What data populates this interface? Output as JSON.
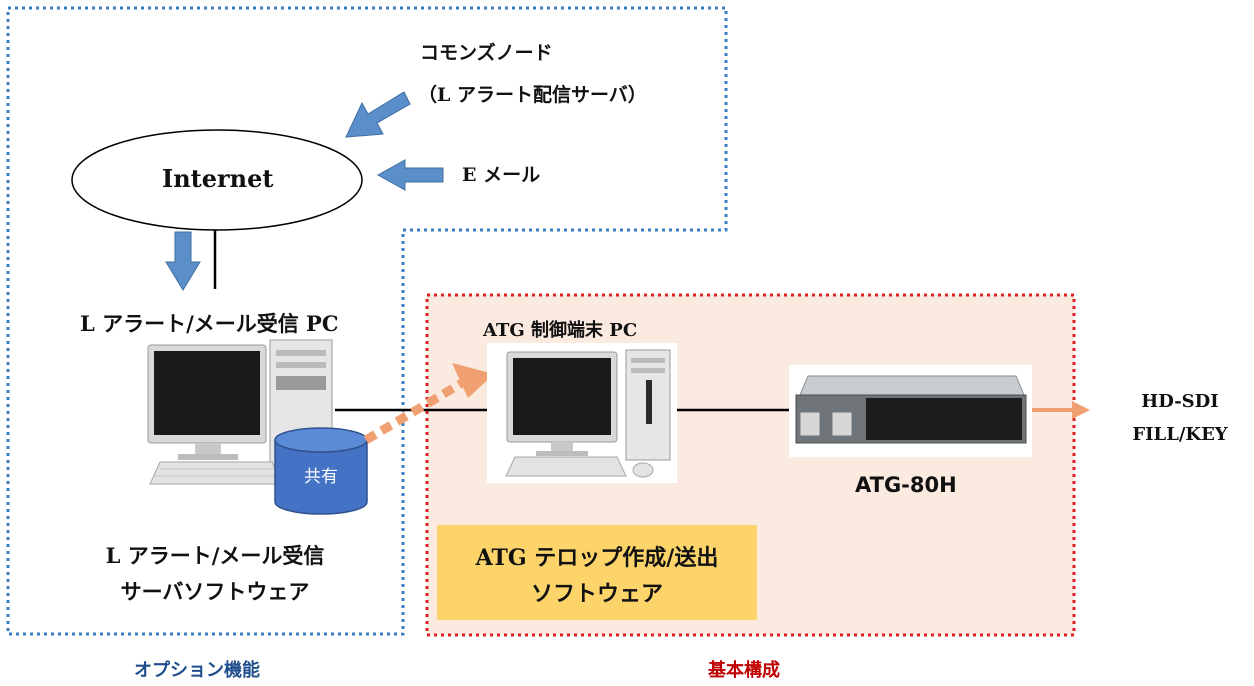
{
  "internet": {
    "label": "Internet"
  },
  "sources": {
    "commons_node_line1": "コモンズノード",
    "commons_node_line2": "（L アラート配信サーバ）",
    "email": "E メール"
  },
  "receiver_pc": {
    "label": "L アラート/メール受信 PC"
  },
  "shared_disk": {
    "label": "共有"
  },
  "receiver_software": {
    "line1": "L アラート/メール受信",
    "line2": "サーバソフトウェア"
  },
  "control_pc": {
    "label": "ATG 制御端末 PC"
  },
  "device": {
    "label": "ATG-80H"
  },
  "output": {
    "line1": "HD-SDI",
    "line2": "FILL/KEY"
  },
  "telop_software": {
    "line1": "ATG テロップ作成/送出",
    "line2": "ソフトウェア"
  },
  "legend": {
    "option": "オプション機能",
    "basic": "基本構成"
  },
  "colors": {
    "option_border": "#3a7fc4",
    "basic_border": "#e02020",
    "basic_fill": "#fbeadf",
    "arrow_blue": "#5b8fc9",
    "arrow_orange": "#f0a070",
    "software_box": "#fcd46a",
    "option_text": "#1f4e8c",
    "basic_text": "#c00000"
  }
}
